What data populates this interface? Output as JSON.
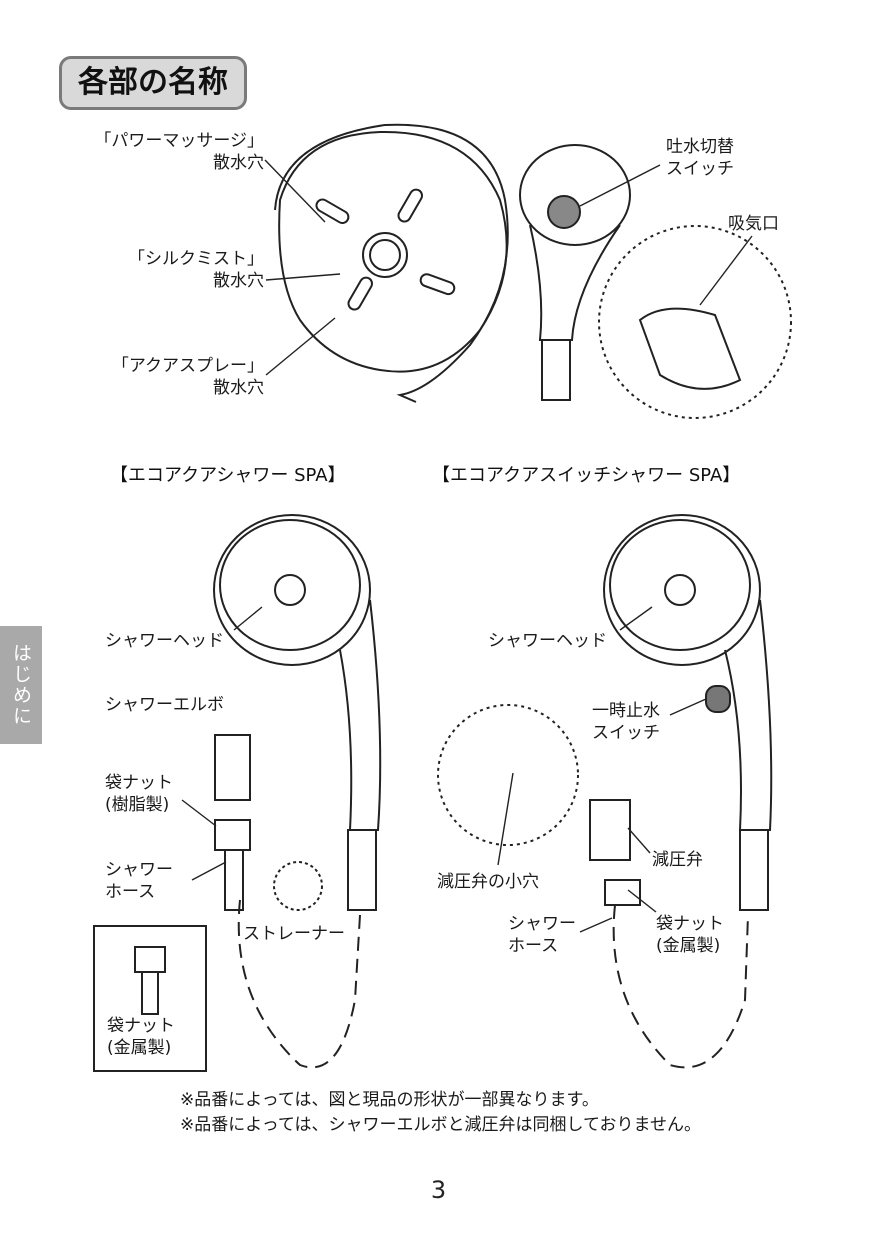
{
  "title": "各部の名称",
  "side_tab": "はじめに",
  "top_labels": {
    "power_massage": [
      "「パワーマッサージ」",
      "散水穴"
    ],
    "silk_mist": [
      "「シルクミスト」",
      "散水穴"
    ],
    "aqua_spray": [
      "「アクアスプレー」",
      "散水穴"
    ],
    "switch": [
      "吐水切替",
      "スイッチ"
    ],
    "air_intake": "吸気口"
  },
  "models": {
    "left": "【エコアクアシャワー SPA】",
    "right": "【エコアクアスイッチシャワー SPA】"
  },
  "left_labels": {
    "shower_head": "シャワーヘッド",
    "shower_elbow": "シャワーエルボ",
    "nut_resin": [
      "袋ナット",
      "(樹脂製)"
    ],
    "shower_hose": [
      "シャワー",
      "ホース"
    ],
    "strainer": "ストレーナー",
    "nut_metal_box": [
      "袋ナット",
      "(金属製)"
    ]
  },
  "right_labels": {
    "shower_head": "シャワーヘッド",
    "stop_switch": [
      "一時止水",
      "スイッチ"
    ],
    "valve_hole": "減圧弁の小穴",
    "pressure_valve": "減圧弁",
    "shower_hose": [
      "シャワー",
      "ホース"
    ],
    "nut_metal": [
      "袋ナット",
      "(金属製)"
    ]
  },
  "notes": [
    "※品番によっては、図と現品の形状が一部異なります。",
    "※品番によっては、シャワーエルボと減圧弁は同梱しておりません。"
  ],
  "page_number": "3"
}
